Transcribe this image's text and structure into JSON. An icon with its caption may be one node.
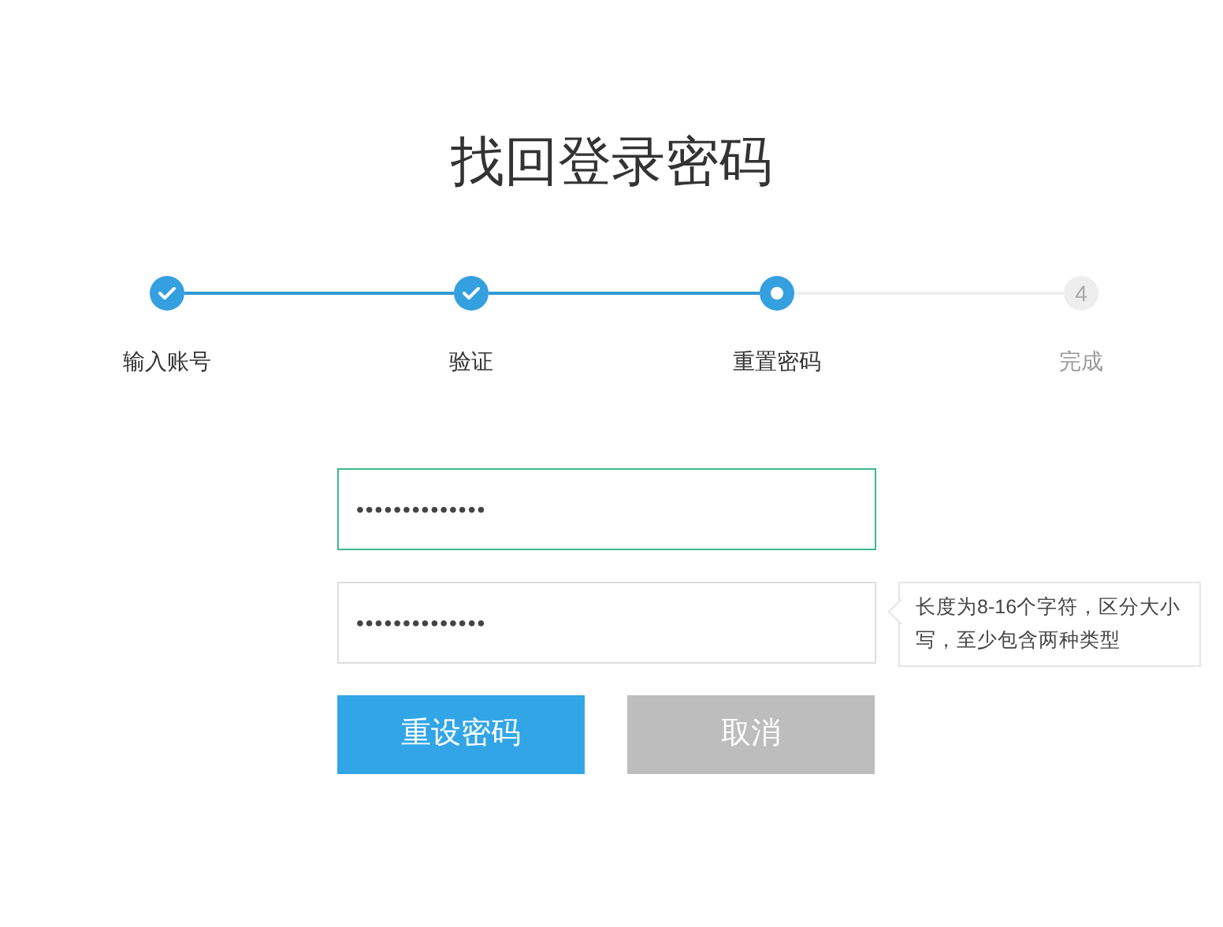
{
  "diagram": {
    "title": "找回登录密码",
    "nodes": [
      {
        "text": [],
        "shape": "circle",
        "beside": [
          "输入账号"
        ]
      },
      {
        "text": [],
        "shape": "circle",
        "beside": [
          "验证"
        ]
      },
      {
        "text": [],
        "shape": "circle",
        "beside": [
          "重置密码"
        ]
      },
      {
        "text": [
          "4"
        ],
        "beside": [
          "完成"
        ]
      },
      {
        "text": [
          "••••••••••••••"
        ]
      },
      {
        "text": [
          "••••••••••••••"
        ]
      },
      {
        "text": [
          "长度为8-16个字符，区分大小写，至少包含两种类型"
        ]
      },
      {
        "text": [
          "重设密码"
        ]
      },
      {
        "text": [
          "取消"
        ]
      }
    ],
    "edges": [
      {
        "from": 0,
        "to": 1,
        "arrow": "none"
      },
      {
        "from": 1,
        "to": 2,
        "arrow": "none"
      },
      {
        "from": 2,
        "to": 3,
        "arrow": "none",
        "color": "#eeeeee"
      }
    ]
  }
}
